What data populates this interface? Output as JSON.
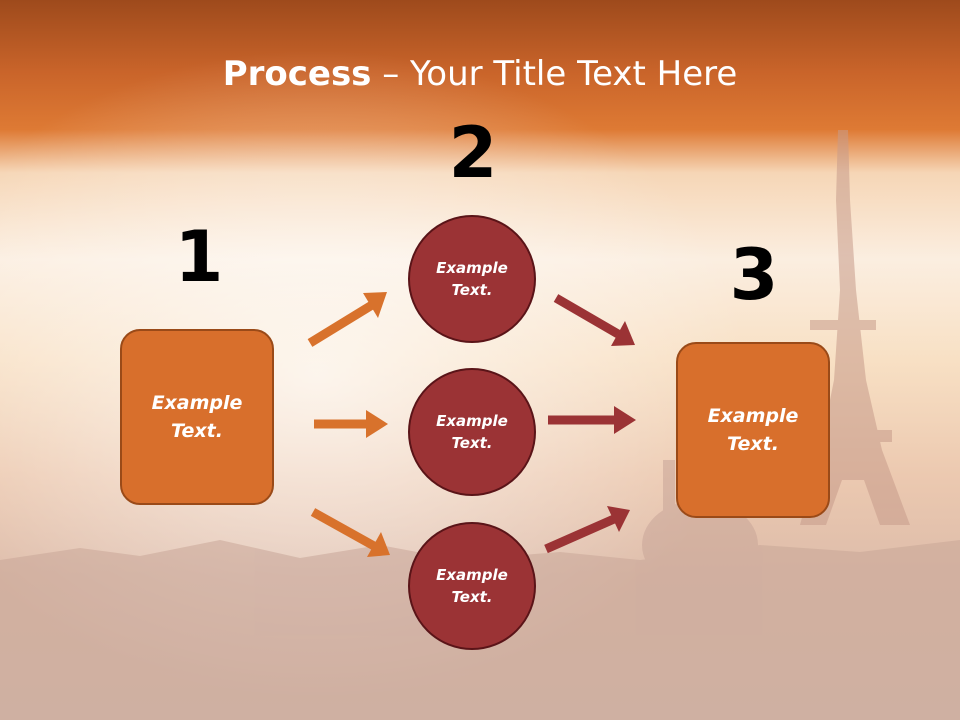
{
  "title": {
    "bold": "Process",
    "rest": " – Your Title Text Here"
  },
  "steps": [
    {
      "number": "1",
      "label": "Example\nText."
    },
    {
      "number": "2"
    },
    {
      "number": "3",
      "label": "Example\nText."
    }
  ],
  "circles": [
    {
      "label": "Example\nText."
    },
    {
      "label": "Example\nText."
    },
    {
      "label": "Example\nText."
    }
  ],
  "colors": {
    "box_fill": "#d86f2c",
    "circle_fill": "#9b3335",
    "arrow_orange": "#d8722c",
    "arrow_red": "#9b3335",
    "title_band": "#d4702a"
  }
}
